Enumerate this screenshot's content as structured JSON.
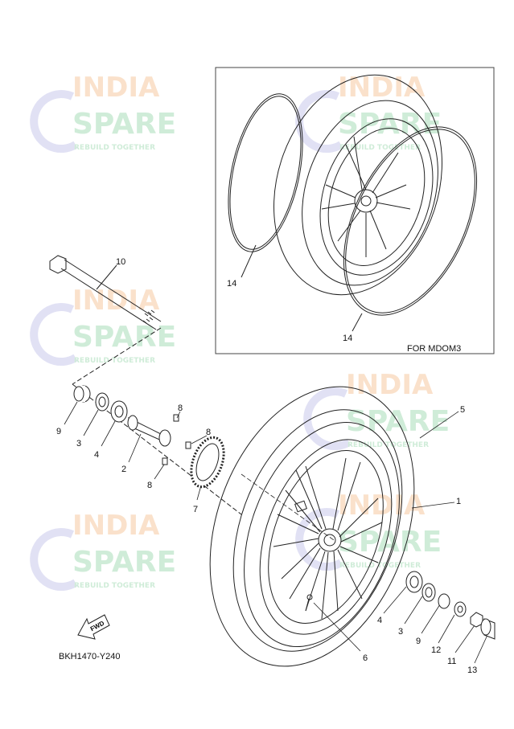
{
  "diagram": {
    "code": "BKH1470-Y240",
    "fwd_label": "FWD",
    "inset_caption": "FOR MDOM3",
    "callouts": [
      {
        "id": "10",
        "text": "10"
      },
      {
        "id": "14a",
        "text": "14"
      },
      {
        "id": "14b",
        "text": "14"
      },
      {
        "id": "9a",
        "text": "9"
      },
      {
        "id": "3a",
        "text": "3"
      },
      {
        "id": "4a",
        "text": "4"
      },
      {
        "id": "2",
        "text": "2"
      },
      {
        "id": "8a",
        "text": "8"
      },
      {
        "id": "8b",
        "text": "8"
      },
      {
        "id": "8c",
        "text": "8"
      },
      {
        "id": "7",
        "text": "7"
      },
      {
        "id": "5",
        "text": "5"
      },
      {
        "id": "1",
        "text": "1"
      },
      {
        "id": "6",
        "text": "6"
      },
      {
        "id": "4b",
        "text": "4"
      },
      {
        "id": "3b",
        "text": "3"
      },
      {
        "id": "9b",
        "text": "9"
      },
      {
        "id": "12",
        "text": "12"
      },
      {
        "id": "11",
        "text": "11"
      },
      {
        "id": "13",
        "text": "13"
      }
    ]
  },
  "watermark": {
    "line1": "INDIA",
    "line2": "SPARE",
    "tagline": "REBUILD TOGETHER",
    "colors": {
      "india": "#f6c9a0",
      "spare": "#a8dcb8",
      "icon": "#c9c9ec"
    }
  }
}
